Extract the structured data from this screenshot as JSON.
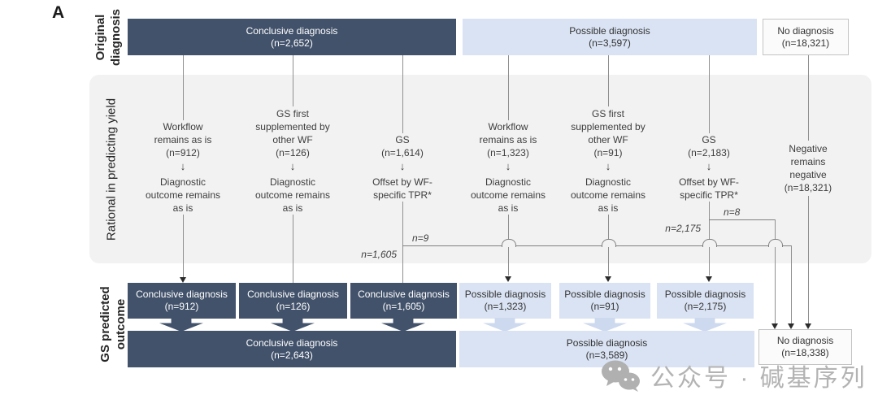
{
  "figure": {
    "panel_label": "A"
  },
  "row_labels": {
    "original": "Original\ndiagnosis",
    "rational": "Rational in predicting yield",
    "predicted": "GS predicted\noutcome"
  },
  "top_boxes": {
    "conclusive": {
      "label": "Conclusive diagnosis",
      "n": "(n=2,652)"
    },
    "possible": {
      "label": "Possible diagnosis",
      "n": "(n=3,597)"
    },
    "none": {
      "label": "No diagnosis",
      "n": "(n=18,321)"
    }
  },
  "middle_columns": [
    {
      "top": "Workflow\nremains as is\n(n=912)",
      "arrow": "↓",
      "bottom": "Diagnostic\noutcome remains\nas is"
    },
    {
      "top": "GS first\nsupplemented  by\nother WF\n(n=126)",
      "arrow": "↓",
      "bottom": "Diagnostic\noutcome remains\nas is"
    },
    {
      "top": "GS\n(n=1,614)",
      "arrow": "↓",
      "bottom": "Offset by WF-\nspecific TPR*"
    },
    {
      "top": "Workflow\nremains as is\n(n=1,323)",
      "arrow": "↓",
      "bottom": "Diagnostic\noutcome remains\nas is"
    },
    {
      "top": "GS first\nsupplemented  by\nother WF\n(n=91)",
      "arrow": "↓",
      "bottom": "Diagnostic\noutcome remains\nas is"
    },
    {
      "top": "GS\n(n=2,183)",
      "arrow": "↓",
      "bottom": "Offset by WF-\nspecific TPR*"
    },
    {
      "top": "Negative\nremains\nnegative\n(n=18,321)",
      "arrow": "",
      "bottom": ""
    }
  ],
  "flow_labels": {
    "n9": "n=9",
    "n1605": "n=1,605",
    "n8": "n=8",
    "n2175": "n=2,175"
  },
  "outcome_boxes": [
    {
      "label": "Conclusive diagnosis",
      "n": "(n=912)"
    },
    {
      "label": "Conclusive diagnosis",
      "n": "(n=126)"
    },
    {
      "label": "Conclusive diagnosis",
      "n": "(n=1,605)"
    },
    {
      "label": "Possible diagnosis",
      "n": "(n=1,323)"
    },
    {
      "label": "Possible diagnosis",
      "n": "(n=91)"
    },
    {
      "label": "Possible diagnosis",
      "n": "(n=2,175)"
    }
  ],
  "final_boxes": {
    "conclusive": {
      "label": "Conclusive diagnosis",
      "n": "(n=2,643)"
    },
    "possible": {
      "label": "Possible diagnosis",
      "n": "(n=3,589)"
    },
    "none": {
      "label": "No diagnosis",
      "n": "(n=18,338)"
    }
  },
  "watermark": {
    "text": "公众号 · 碱基序列"
  },
  "colors": {
    "dark_box": "#42526b",
    "light_box": "#dae3f3",
    "panel_gray": "#f2f2f2",
    "white_box_border": "#c4c4c4",
    "connector_line": "#808080",
    "watermark_gray": "#b3b3b3"
  }
}
